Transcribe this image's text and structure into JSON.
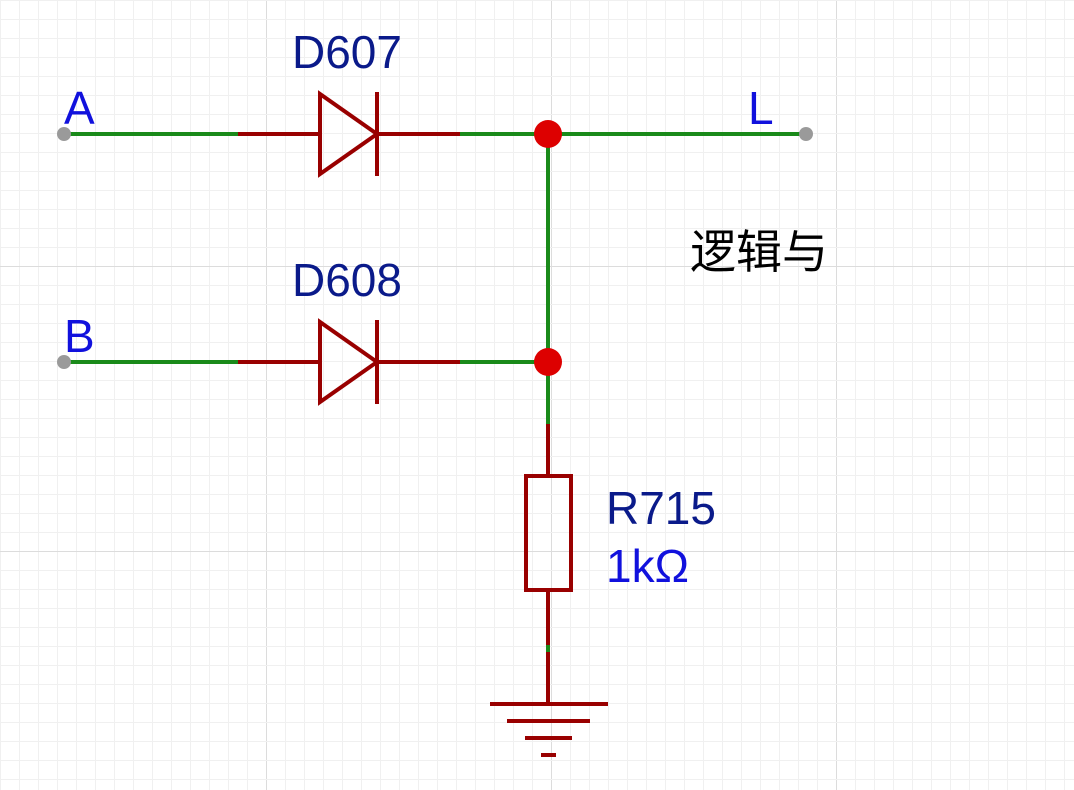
{
  "schematic": {
    "ports": {
      "input_a": "A",
      "input_b": "B",
      "output_l": "L"
    },
    "diodes": [
      {
        "designator": "D607"
      },
      {
        "designator": "D608"
      }
    ],
    "resistor": {
      "designator": "R715",
      "value": "1kΩ"
    },
    "caption": "逻辑与",
    "colors": {
      "wire": "#1a8a1a",
      "component": "#990000",
      "junction": "#dd0000",
      "port_dot": "#9a9a9a",
      "label_blue": "#1111dd",
      "designator_navy": "#0a1a8a",
      "grid_minor": "#f0f0f0",
      "grid_major": "#dcdcdc"
    }
  }
}
